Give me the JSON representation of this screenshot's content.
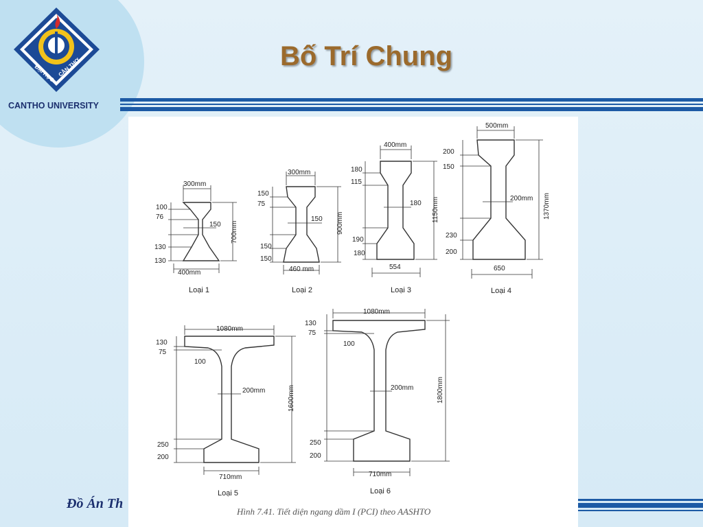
{
  "slide": {
    "title": "Bố Trí Chung",
    "university": "CANTHO UNIVERSITY",
    "logo_text": "ĐẠI HỌC CẦN THƠ",
    "footer": "Đồ Án Th"
  },
  "figure": {
    "caption": "Hình 7.41. Tiết diện ngang dầm I (PCI) theo AASHTO",
    "sections": [
      {
        "label": "Loại 1",
        "top": "300mm",
        "bottom": "400mm",
        "height": "700mm",
        "web": "150",
        "left_dims": [
          "100",
          "76",
          "130",
          "130"
        ]
      },
      {
        "label": "Loại 2",
        "top": "300mm",
        "bottom": "460 mm",
        "height": "900mm",
        "web": "150",
        "left_dims": [
          "150",
          "75",
          "150",
          "150"
        ]
      },
      {
        "label": "Loại 3",
        "top": "400mm",
        "bottom": "554",
        "height": "1150mm",
        "web": "180",
        "left_dims": [
          "180",
          "115",
          "190",
          "180"
        ]
      },
      {
        "label": "Loại 4",
        "top": "500mm",
        "bottom": "650",
        "height": "1370mm",
        "web": "200mm",
        "left_dims": [
          "200",
          "150",
          "230",
          "200"
        ]
      },
      {
        "label": "Loại 5",
        "top": "1080mm",
        "bottom": "710mm",
        "height": "1600mm",
        "web": "200mm",
        "left_dims": [
          "130",
          "75",
          "100",
          "250",
          "200"
        ]
      },
      {
        "label": "Loại 6",
        "top": "1080mm",
        "bottom": "710mm",
        "height": "1800mm",
        "web": "200mm",
        "left_dims": [
          "130",
          "75",
          "100",
          "250",
          "200"
        ]
      }
    ]
  },
  "colors": {
    "title": "#9b6a2c",
    "navy": "#1b2f6e",
    "stripe": "#1c5aa5",
    "logo_yellow": "#f2c21b",
    "logo_red": "#d62b2b"
  }
}
